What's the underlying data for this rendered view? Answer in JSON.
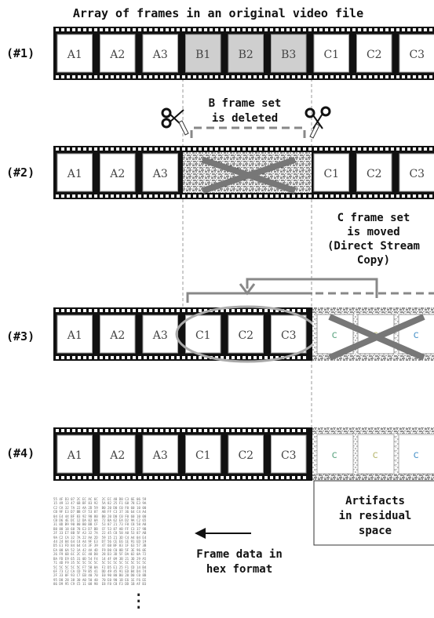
{
  "title": "Array of frames in an original video file",
  "rows": [
    {
      "label": "(#1)",
      "frames": [
        "A1",
        "A2",
        "A3",
        "B1",
        "B2",
        "B3",
        "C1",
        "C2",
        "C3"
      ]
    },
    {
      "label": "(#2)",
      "frames": [
        "A1",
        "A2",
        "A3",
        "",
        "",
        "",
        "C1",
        "C2",
        "C3"
      ]
    },
    {
      "label": "(#3)",
      "frames": [
        "A1",
        "A2",
        "A3",
        "C1",
        "C2",
        "C3",
        "",
        "",
        ""
      ]
    },
    {
      "label": "(#4)",
      "frames": [
        "A1",
        "A2",
        "A3",
        "C1",
        "C2",
        "C3",
        "",
        "",
        ""
      ]
    }
  ],
  "annotations": {
    "b_deleted": [
      "B frame set",
      "is deleted"
    ],
    "c_moved": [
      "C frame set",
      "is moved",
      "(Direct Stream",
      "Copy)"
    ],
    "artifacts": [
      "Artifacts",
      "in residual",
      "space"
    ],
    "hex": [
      "Frame data in",
      "hex format"
    ]
  },
  "icons": {
    "scissors": "scissors-icon",
    "arrow": "left-arrow-icon",
    "ellipsis": "vertical-ellipsis-icon"
  },
  "colors": {
    "film": "#111111",
    "cell_normal": "#ffffff",
    "cell_highlight": "#cfcfcf",
    "cross": "#777777",
    "guide": "#999999"
  }
}
